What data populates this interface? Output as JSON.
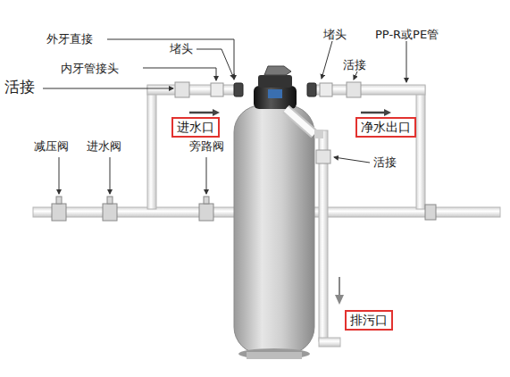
{
  "diagram": {
    "nodes": [
      {
        "text": [
          "进水口"
        ]
      },
      {
        "text": [
          "净水出口"
        ]
      },
      {
        "text": [
          "排污口"
        ]
      }
    ],
    "labels": [
      "外牙直接",
      "堵头",
      "堵头",
      "PP-R或PE管",
      "活接",
      "内牙管接头",
      "活接",
      "减压阀",
      "进水阀",
      "旁路阀",
      "活接"
    ]
  }
}
